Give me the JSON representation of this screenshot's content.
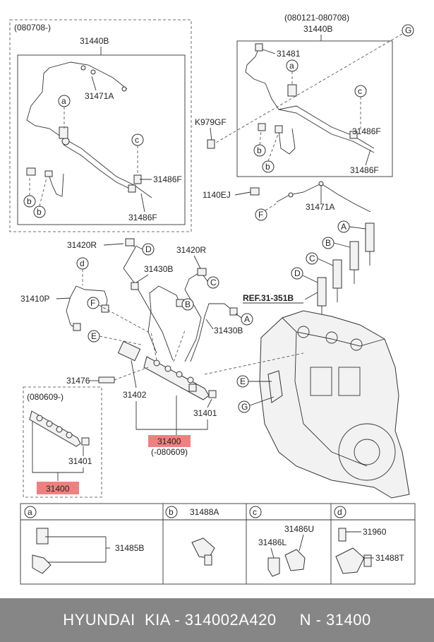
{
  "header_boxes": {
    "left_period": "(080708-)",
    "right_period": "(080121-080708)"
  },
  "parts": {
    "p31440B_left": "31440B",
    "p31471A_left": "31471A",
    "p31486F_left_a": "31486F",
    "p31486F_left_b": "31486F",
    "p31440B_right": "31440B",
    "p31481": "31481",
    "pK979GF": "K979GF",
    "p31486F_right_a": "31486F",
    "p31486F_right_b": "31486F",
    "p1140EJ": "1140EJ",
    "p31471A_right": "31471A",
    "p31420R_a": "31420R",
    "p31420R_b": "31420R",
    "p31430B_a": "31430B",
    "p31430B_b": "31430B",
    "p31410P": "31410P",
    "ref": "REF.31-351B",
    "p31476": "31476",
    "p31402": "31402",
    "p31401_a": "31401",
    "p31400_main": "31400",
    "p31400_period": "(-080609)",
    "inset_period": "(080609-)",
    "p31401_b": "31401",
    "p31400_inset": "31400"
  },
  "callouts": {
    "a": "a",
    "b": "b",
    "c": "c",
    "d": "d",
    "A": "A",
    "B": "B",
    "C": "C",
    "D": "D",
    "E": "E",
    "F": "F",
    "G": "G"
  },
  "legend": {
    "cells": [
      {
        "key": "a",
        "parts": [
          "31485B"
        ]
      },
      {
        "key": "b",
        "parts": [
          "31488A"
        ]
      },
      {
        "key": "c",
        "parts": [
          "31486U",
          "31486L"
        ]
      },
      {
        "key": "d",
        "parts": [
          "31960",
          "31488T"
        ]
      }
    ]
  },
  "footer": {
    "text": "HYUNDAI  KIA - 314002A420     N - 31400"
  },
  "colors": {
    "highlight": "#f08080",
    "footer_bg": "#868686"
  }
}
